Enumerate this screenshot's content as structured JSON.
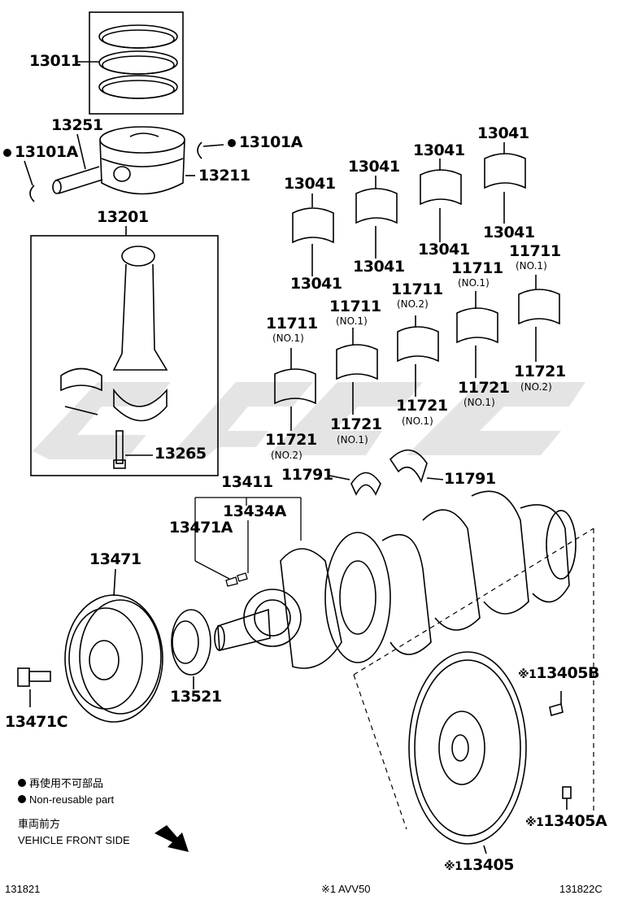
{
  "parts": {
    "p13011": "13011",
    "p13251": "13251",
    "p13101a_l": "13101A",
    "p13101a_r": "13101A",
    "p13211": "13211",
    "p13201": "13201",
    "p13265": "13265",
    "p13041_a": "13041",
    "p13041_b": "13041",
    "p13041_c": "13041",
    "p13041_d": "13041",
    "p13041_e": "13041",
    "p13041_f": "13041",
    "p13041_g": "13041",
    "p13041_h": "13041",
    "p11711_a": "11711",
    "p11711_b": "11711",
    "p11711_c": "11711",
    "p11711_d": "11711",
    "p11711_e": "11711",
    "p11721_a": "11721",
    "p11721_b": "11721",
    "p11721_c": "11721",
    "p11721_d": "11721",
    "p11721_e": "11721",
    "p11791_l": "11791",
    "p11791_r": "11791",
    "p13411": "13411",
    "p13434a": "13434A",
    "p13471a": "13471A",
    "p13471": "13471",
    "p13521": "13521",
    "p13471c": "13471C",
    "p13405b": "13405B",
    "p13405a": "13405A",
    "p13405": "13405",
    "mark": "※1"
  },
  "subs": {
    "no1": "(NO.1)",
    "no2": "(NO.2)"
  },
  "legend": {
    "nonreuse_jp": "再使用不可部品",
    "nonreuse_en": "Non-reusable part",
    "front_jp": "車両前方",
    "front_en": "VEHICLE FRONT SIDE"
  },
  "footer": {
    "left": "131821",
    "center": "※1 AVV50",
    "right": "131822C"
  }
}
